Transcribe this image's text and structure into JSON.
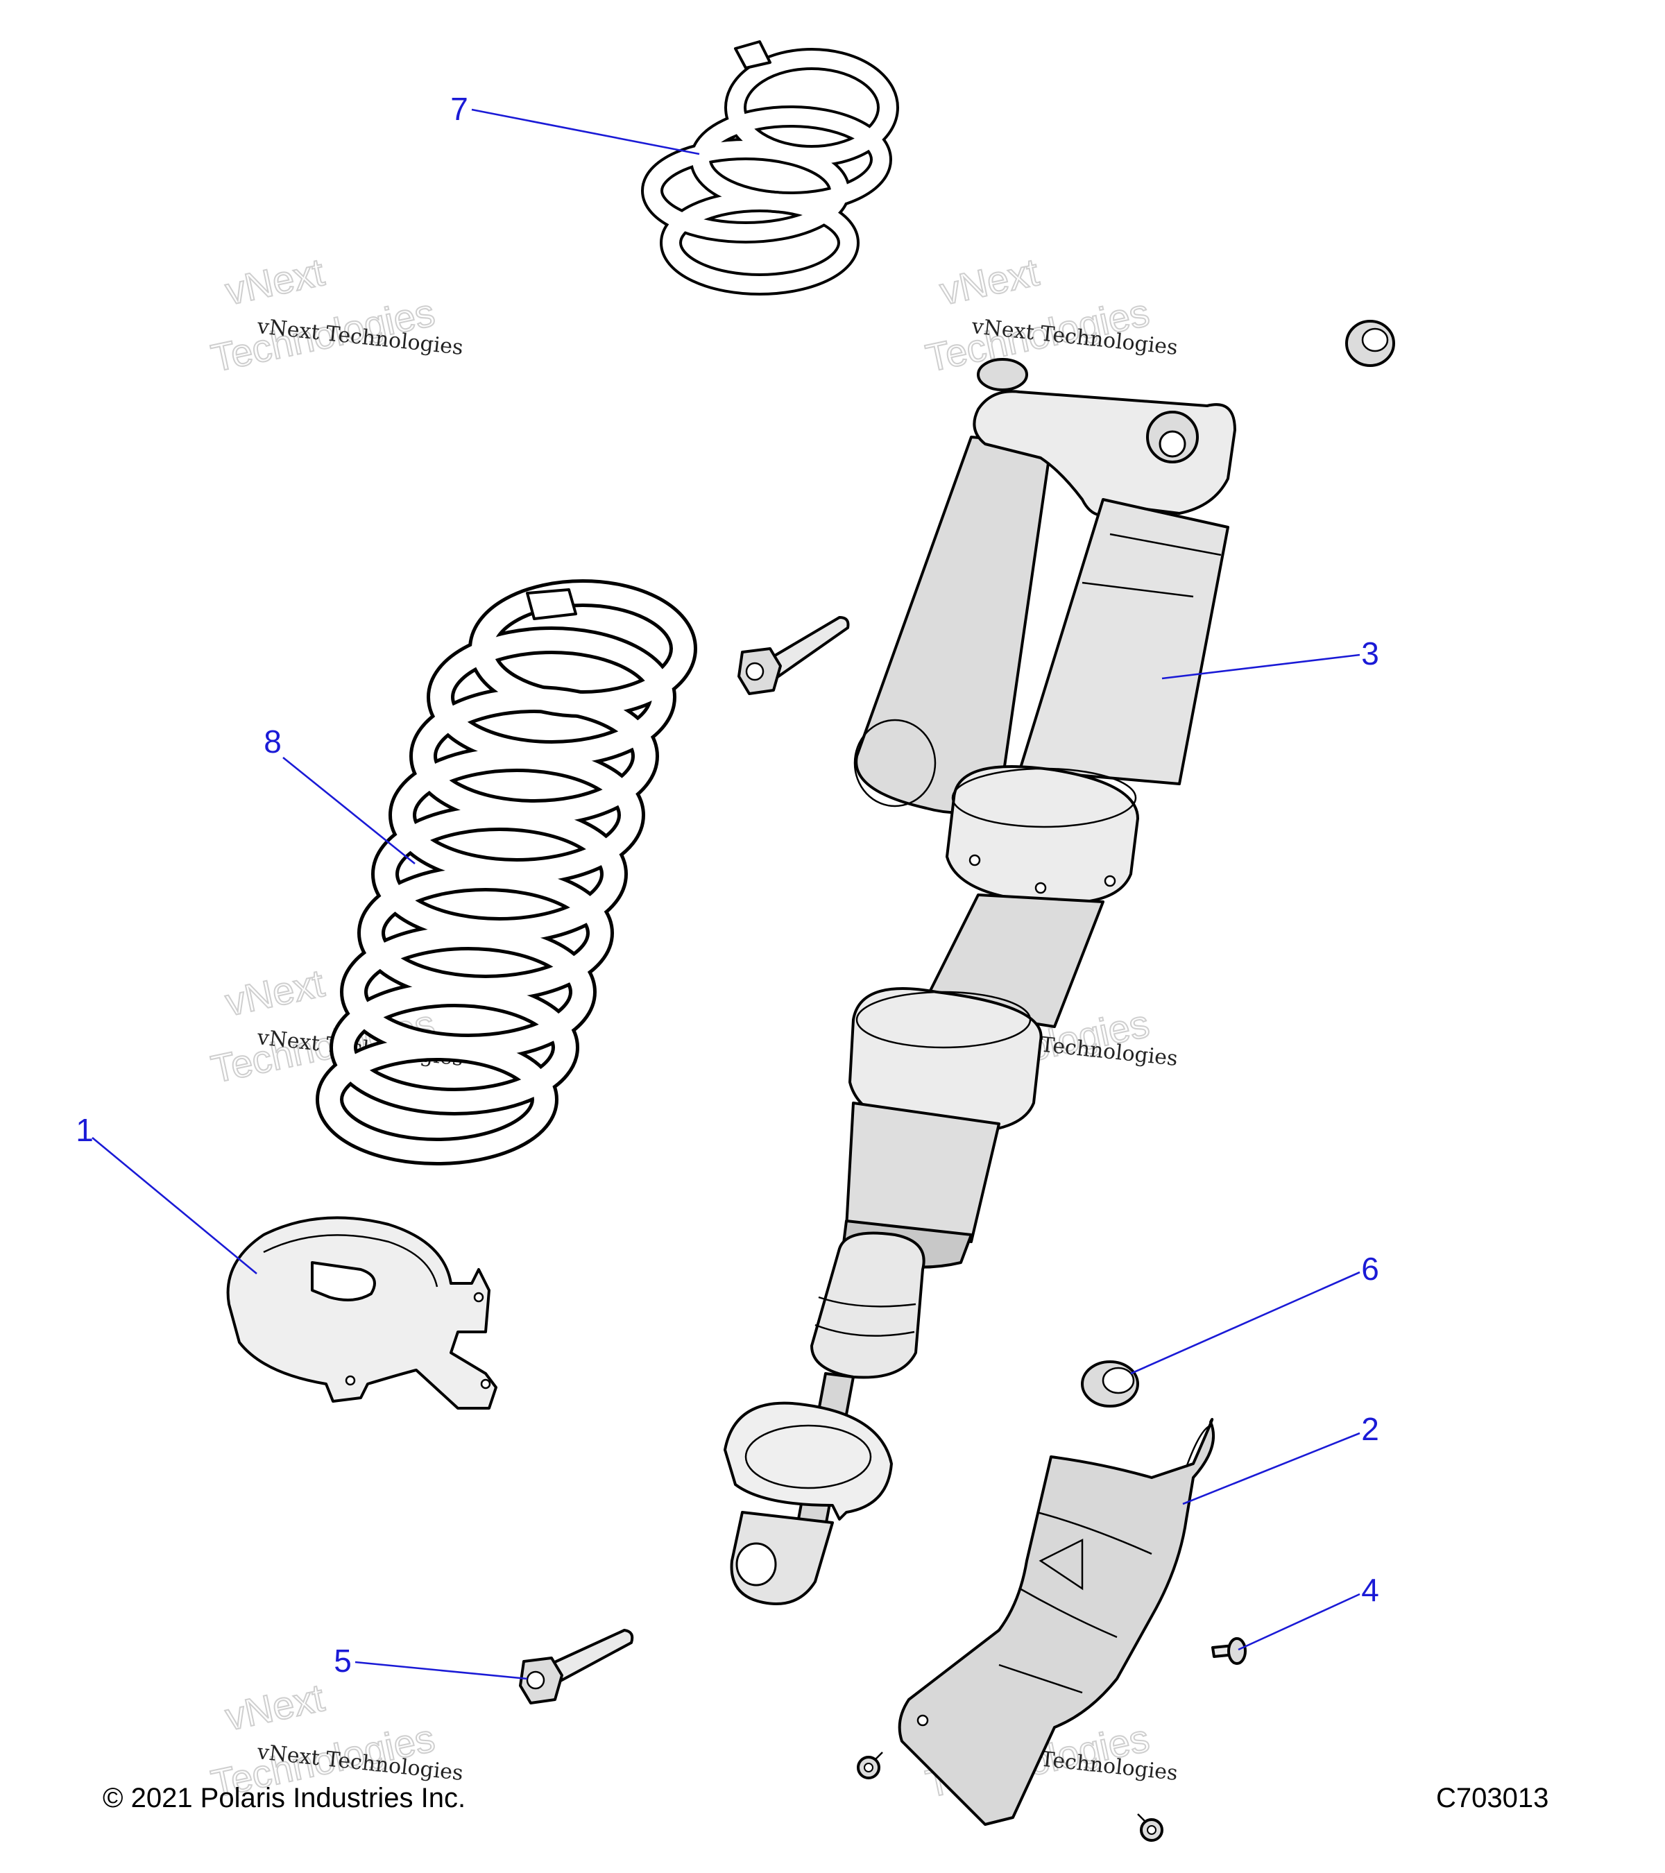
{
  "diagram": {
    "callouts": [
      {
        "id": "1",
        "label": "1"
      },
      {
        "id": "2",
        "label": "2"
      },
      {
        "id": "3",
        "label": "3"
      },
      {
        "id": "4",
        "label": "4"
      },
      {
        "id": "5",
        "label": "5"
      },
      {
        "id": "6",
        "label": "6"
      },
      {
        "id": "7",
        "label": "7"
      },
      {
        "id": "8",
        "label": "8"
      }
    ],
    "watermark": {
      "line_small": "vNext Technologies",
      "line_top": "vNext",
      "line_bottom": "Technologies"
    },
    "footer": {
      "copyright": "© 2021 Polaris Industries Inc.",
      "figure_code": "C703013"
    },
    "colors": {
      "callout": "#1a1ad6",
      "part_fill": "#e4e4e4",
      "part_shade": "#c8c8c8",
      "spring_fill": "#ffffff"
    }
  }
}
